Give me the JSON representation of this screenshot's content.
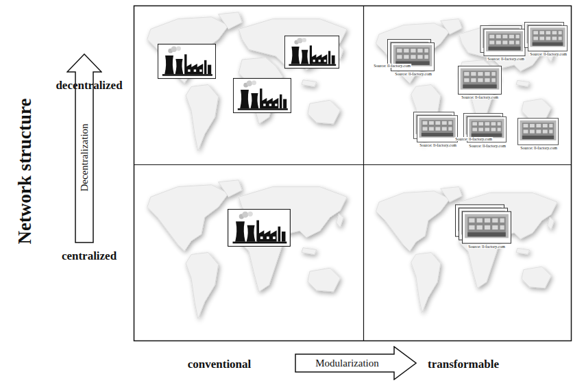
{
  "diagram": {
    "nodes": [
      {
        "text": [
          "Decentralization"
        ]
      },
      {
        "text": [
          "Modularization"
        ]
      }
    ],
    "labels": [
      "Network structure",
      "decentralized",
      "centralized",
      "conventional",
      "transformable",
      "Source: ll-factory.com",
      "Source: ll-factory.com",
      "Source: ll-factory.com",
      "Source: ll-factory.com",
      "Source: ll-factory.com",
      "Source: ll-factory.com",
      "Source: ll-factory.com",
      "Source: ll-factory.com",
      "Source: ll-factory.com",
      "Source: ll-factory.com"
    ]
  }
}
